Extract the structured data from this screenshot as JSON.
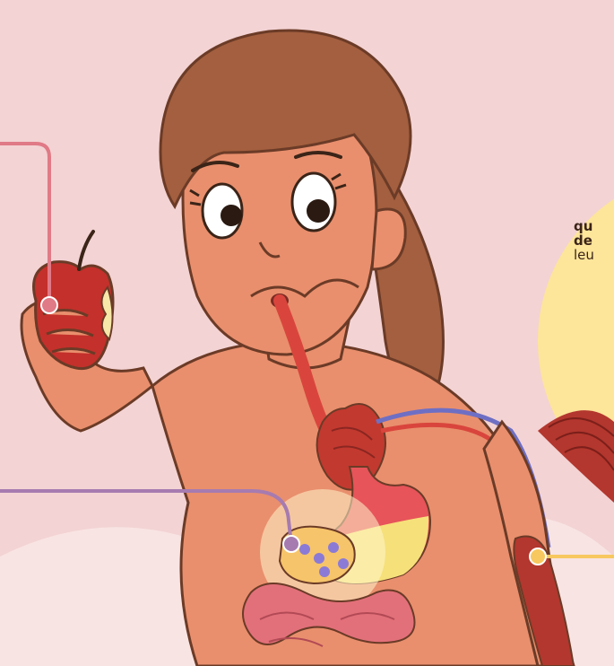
{
  "callout": {
    "line1": "qu",
    "line2": "de",
    "line3": "leu"
  },
  "colors": {
    "background": "#f3d3d4",
    "skin": "#e98f6d",
    "hair": "#a35f3f",
    "callout_bubble": "#fde59a",
    "apple_line": "#e07a86",
    "pancreas_line": "#a67bb0",
    "muscle_line": "#f7c85f",
    "blood_red": "#d9453c",
    "blood_blue": "#6e6fc4"
  },
  "icons": [
    "apple-icon",
    "heart-icon",
    "stomach-icon",
    "pancreas-icon",
    "intestine-icon",
    "muscle-icon"
  ]
}
